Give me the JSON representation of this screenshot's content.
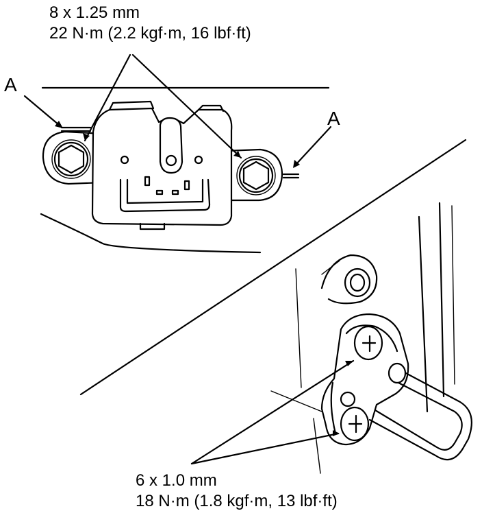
{
  "top_spec": {
    "size": "8 x 1.25 mm",
    "torque": "22 N·m (2.2 kgf·m, 16 lbf·ft)"
  },
  "bottom_spec": {
    "size": "6 x 1.0 mm",
    "torque": "18 N·m (1.8 kgf·m, 13 lbf·ft)"
  },
  "callouts": {
    "left": "A",
    "right": "A"
  }
}
